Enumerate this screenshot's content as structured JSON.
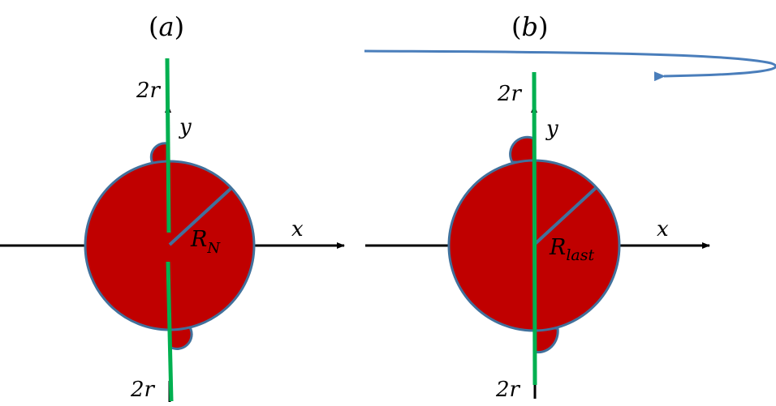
{
  "colors": {
    "disk_fill": "#c00000",
    "disk_stroke": "#41719c",
    "line_green": "#00b050",
    "axis": "#000000",
    "arrow_blue": "#4a7ebb"
  },
  "panel_a": {
    "label_open": "(",
    "label_letter": "a",
    "label_close": ")",
    "top_width_label": "2r",
    "bottom_width_label": "2r",
    "x_axis_label": "x",
    "y_axis_label": "y",
    "radius_symbol": "R",
    "radius_subscript": "N"
  },
  "panel_b": {
    "label_open": "(",
    "label_letter": "b",
    "label_close": ")",
    "top_width_label": "2r",
    "bottom_width_label": "2r",
    "x_axis_label": "x",
    "y_axis_label": "y",
    "radius_symbol": "R",
    "radius_subscript": "last"
  }
}
